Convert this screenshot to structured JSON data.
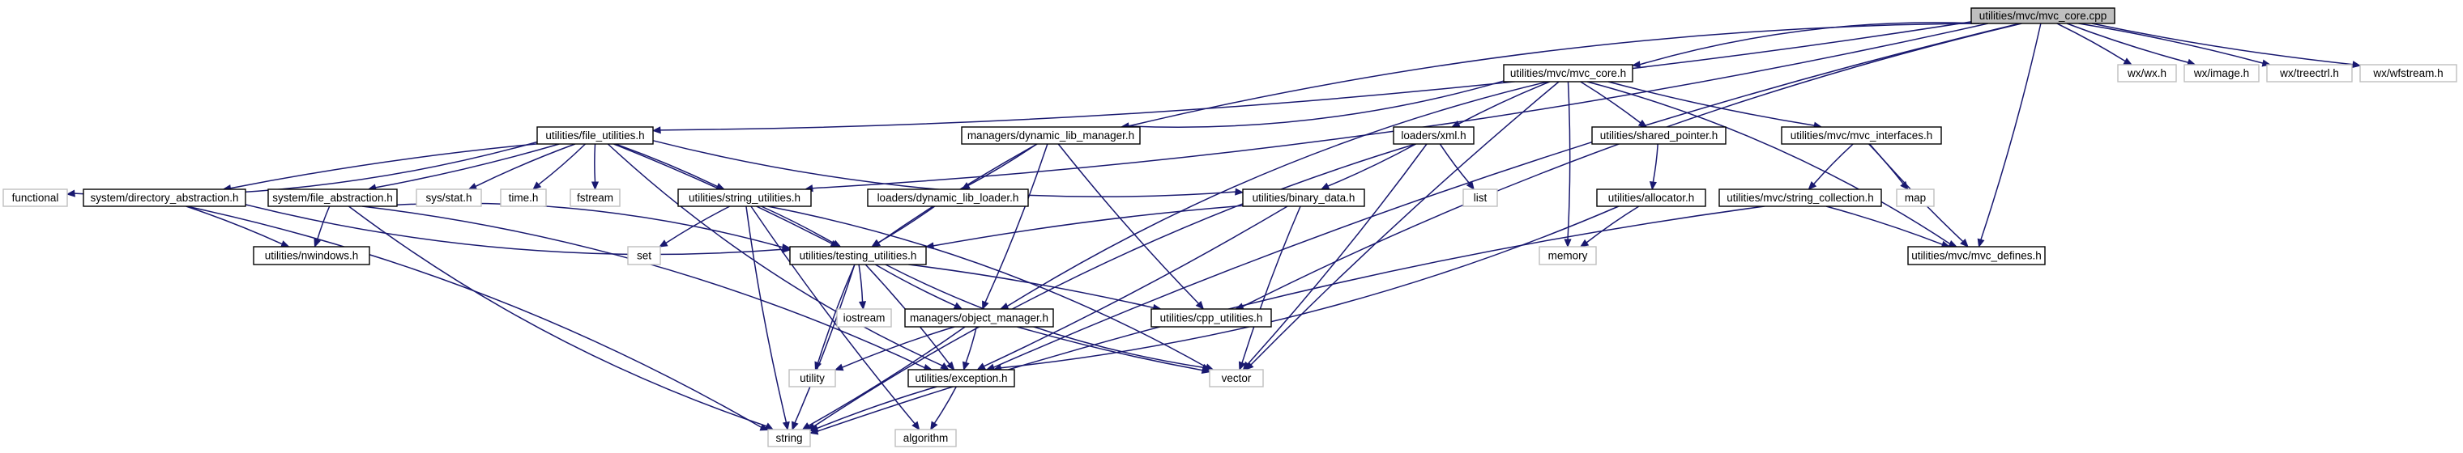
{
  "colors": {
    "edge": "#191970",
    "documented_border": "#000000",
    "system_border": "#bfbfbf",
    "root_fill": "#bfbfbf",
    "background": "#ffffff"
  },
  "nodes": [
    {
      "id": "root",
      "label": "utilities/mvc/mvc_core.cpp",
      "kind": "root"
    },
    {
      "id": "mvc_core_h",
      "label": "utilities/mvc/mvc_core.h",
      "kind": "documented"
    },
    {
      "id": "wx_wx",
      "label": "wx/wx.h",
      "kind": "system"
    },
    {
      "id": "wx_image",
      "label": "wx/image.h",
      "kind": "system"
    },
    {
      "id": "wx_treectrl",
      "label": "wx/treectrl.h",
      "kind": "system"
    },
    {
      "id": "wx_wfstream",
      "label": "wx/wfstream.h",
      "kind": "system"
    },
    {
      "id": "file_utilities",
      "label": "utilities/file_utilities.h",
      "kind": "documented"
    },
    {
      "id": "dyn_lib_mgr",
      "label": "managers/dynamic_lib_manager.h",
      "kind": "documented"
    },
    {
      "id": "xml",
      "label": "loaders/xml.h",
      "kind": "documented"
    },
    {
      "id": "shared_pointer",
      "label": "utilities/shared_pointer.h",
      "kind": "documented"
    },
    {
      "id": "mvc_interfaces",
      "label": "utilities/mvc/mvc_interfaces.h",
      "kind": "documented"
    },
    {
      "id": "functional",
      "label": "functional",
      "kind": "system"
    },
    {
      "id": "dir_abstraction",
      "label": "system/directory_abstraction.h",
      "kind": "documented"
    },
    {
      "id": "file_abstraction",
      "label": "system/file_abstraction.h",
      "kind": "documented"
    },
    {
      "id": "sys_stat",
      "label": "sys/stat.h",
      "kind": "system"
    },
    {
      "id": "time_h",
      "label": "time.h",
      "kind": "system"
    },
    {
      "id": "fstream",
      "label": "fstream",
      "kind": "system"
    },
    {
      "id": "string_utilities",
      "label": "utilities/string_utilities.h",
      "kind": "documented"
    },
    {
      "id": "dyn_lib_loader",
      "label": "loaders/dynamic_lib_loader.h",
      "kind": "documented"
    },
    {
      "id": "binary_data",
      "label": "utilities/binary_data.h",
      "kind": "documented"
    },
    {
      "id": "list",
      "label": "list",
      "kind": "system"
    },
    {
      "id": "allocator",
      "label": "utilities/allocator.h",
      "kind": "documented"
    },
    {
      "id": "string_collection",
      "label": "utilities/mvc/string_collection.h",
      "kind": "documented"
    },
    {
      "id": "map",
      "label": "map",
      "kind": "system"
    },
    {
      "id": "nwindows",
      "label": "utilities/nwindows.h",
      "kind": "documented"
    },
    {
      "id": "set",
      "label": "set",
      "kind": "system"
    },
    {
      "id": "testing_utilities",
      "label": "utilities/testing_utilities.h",
      "kind": "documented"
    },
    {
      "id": "memory",
      "label": "memory",
      "kind": "system"
    },
    {
      "id": "mvc_defines",
      "label": "utilities/mvc/mvc_defines.h",
      "kind": "documented"
    },
    {
      "id": "iostream",
      "label": "iostream",
      "kind": "system"
    },
    {
      "id": "object_manager",
      "label": "managers/object_manager.h",
      "kind": "documented"
    },
    {
      "id": "cpp_utilities",
      "label": "utilities/cpp_utilities.h",
      "kind": "documented"
    },
    {
      "id": "utility",
      "label": "utility",
      "kind": "system"
    },
    {
      "id": "exception",
      "label": "utilities/exception.h",
      "kind": "documented"
    },
    {
      "id": "vector",
      "label": "vector",
      "kind": "system"
    },
    {
      "id": "string",
      "label": "string",
      "kind": "system"
    },
    {
      "id": "algorithm",
      "label": "algorithm",
      "kind": "system"
    }
  ],
  "edges": [
    [
      "root",
      "mvc_core_h"
    ],
    [
      "root",
      "wx_wx"
    ],
    [
      "root",
      "wx_image"
    ],
    [
      "root",
      "wx_treectrl"
    ],
    [
      "root",
      "wx_wfstream"
    ],
    [
      "root",
      "file_utilities"
    ],
    [
      "root",
      "dyn_lib_mgr"
    ],
    [
      "root",
      "string_utilities"
    ],
    [
      "root",
      "cpp_utilities"
    ],
    [
      "root",
      "mvc_defines"
    ],
    [
      "root",
      "exception"
    ],
    [
      "mvc_core_h",
      "dyn_lib_mgr"
    ],
    [
      "mvc_core_h",
      "xml"
    ],
    [
      "mvc_core_h",
      "shared_pointer"
    ],
    [
      "mvc_core_h",
      "mvc_interfaces"
    ],
    [
      "mvc_core_h",
      "memory"
    ],
    [
      "mvc_core_h",
      "vector"
    ],
    [
      "mvc_core_h",
      "mvc_defines"
    ],
    [
      "mvc_core_h",
      "object_manager"
    ],
    [
      "file_utilities",
      "functional"
    ],
    [
      "file_utilities",
      "dir_abstraction"
    ],
    [
      "file_utilities",
      "file_abstraction"
    ],
    [
      "file_utilities",
      "sys_stat"
    ],
    [
      "file_utilities",
      "time_h"
    ],
    [
      "file_utilities",
      "fstream"
    ],
    [
      "file_utilities",
      "string_utilities"
    ],
    [
      "file_utilities",
      "binary_data"
    ],
    [
      "file_utilities",
      "testing_utilities"
    ],
    [
      "file_utilities",
      "exception"
    ],
    [
      "dir_abstraction",
      "nwindows"
    ],
    [
      "dir_abstraction",
      "testing_utilities"
    ],
    [
      "dir_abstraction",
      "string"
    ],
    [
      "file_abstraction",
      "nwindows"
    ],
    [
      "file_abstraction",
      "testing_utilities"
    ],
    [
      "file_abstraction",
      "string"
    ],
    [
      "file_abstraction",
      "exception"
    ],
    [
      "string_utilities",
      "set"
    ],
    [
      "string_utilities",
      "testing_utilities"
    ],
    [
      "string_utilities",
      "string"
    ],
    [
      "string_utilities",
      "vector"
    ],
    [
      "string_utilities",
      "algorithm"
    ],
    [
      "dyn_lib_mgr",
      "dyn_lib_loader"
    ],
    [
      "dyn_lib_mgr",
      "testing_utilities"
    ],
    [
      "dyn_lib_mgr",
      "object_manager"
    ],
    [
      "dyn_lib_mgr",
      "cpp_utilities"
    ],
    [
      "dyn_lib_loader",
      "testing_utilities"
    ],
    [
      "binary_data",
      "testing_utilities"
    ],
    [
      "binary_data",
      "exception"
    ],
    [
      "binary_data",
      "vector"
    ],
    [
      "xml",
      "binary_data"
    ],
    [
      "xml",
      "list"
    ],
    [
      "xml",
      "vector"
    ],
    [
      "xml",
      "string"
    ],
    [
      "shared_pointer",
      "allocator"
    ],
    [
      "allocator",
      "memory"
    ],
    [
      "allocator",
      "exception"
    ],
    [
      "mvc_interfaces",
      "string_collection"
    ],
    [
      "mvc_interfaces",
      "map"
    ],
    [
      "mvc_interfaces",
      "mvc_defines"
    ],
    [
      "string_collection",
      "mvc_defines"
    ],
    [
      "string_collection",
      "string"
    ],
    [
      "testing_utilities",
      "iostream"
    ],
    [
      "testing_utilities",
      "object_manager"
    ],
    [
      "testing_utilities",
      "cpp_utilities"
    ],
    [
      "testing_utilities",
      "utility"
    ],
    [
      "testing_utilities",
      "exception"
    ],
    [
      "testing_utilities",
      "vector"
    ],
    [
      "testing_utilities",
      "string"
    ],
    [
      "object_manager",
      "utility"
    ],
    [
      "object_manager",
      "exception"
    ],
    [
      "object_manager",
      "vector"
    ],
    [
      "object_manager",
      "string"
    ],
    [
      "exception",
      "string"
    ],
    [
      "exception",
      "algorithm"
    ]
  ]
}
